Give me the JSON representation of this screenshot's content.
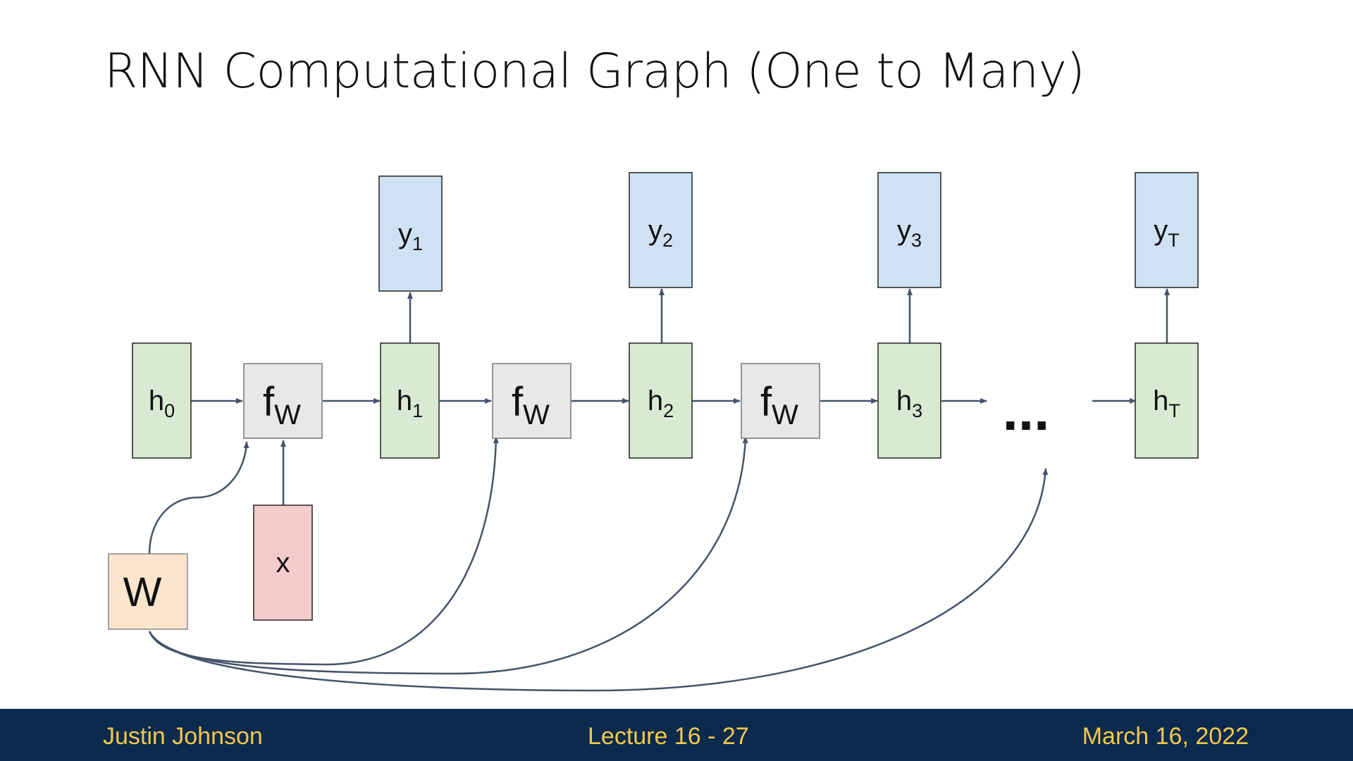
{
  "slide": {
    "title": "RNN Computational Graph (One to Many)"
  },
  "diagram": {
    "nodes": {
      "h0": {
        "base": "h",
        "sub": "0"
      },
      "h1": {
        "base": "h",
        "sub": "1"
      },
      "h2": {
        "base": "h",
        "sub": "2"
      },
      "h3": {
        "base": "h",
        "sub": "3"
      },
      "hT": {
        "base": "h",
        "sub": "T"
      },
      "f1": {
        "base": "f",
        "sub": "W"
      },
      "f2": {
        "base": "f",
        "sub": "W"
      },
      "f3": {
        "base": "f",
        "sub": "W"
      },
      "y1": {
        "base": "y",
        "sub": "1"
      },
      "y2": {
        "base": "y",
        "sub": "2"
      },
      "y3": {
        "base": "y",
        "sub": "3"
      },
      "yT": {
        "base": "y",
        "sub": "T"
      },
      "x": {
        "base": "x"
      },
      "W": {
        "base": "W"
      }
    },
    "ellipsis": "...",
    "colors": {
      "hidden": "#d9ead3",
      "function": "#e8e8e8",
      "output": "#cfe2f3",
      "input": "#f4cccc",
      "weight": "#fbe5cd",
      "arrow": "#44546a"
    }
  },
  "footer": {
    "author": "Justin Johnson",
    "lecture": "Lecture 16 -  27",
    "date": "March 16, 2022"
  }
}
